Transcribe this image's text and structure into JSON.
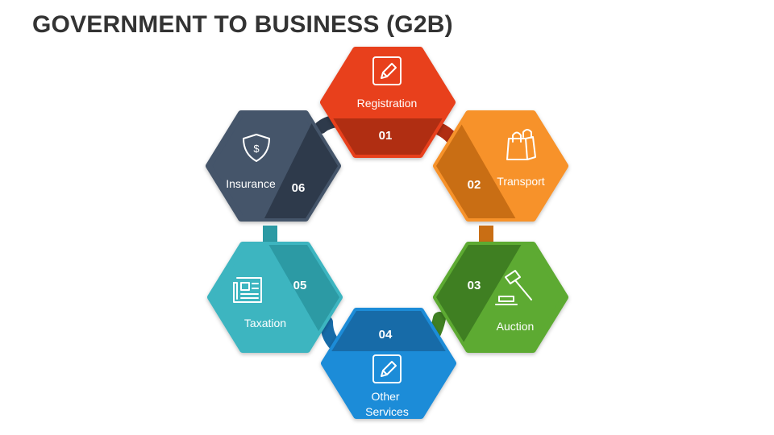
{
  "title": "GOVERNMENT TO BUSINESS (G2B)",
  "colors": {
    "registration": "#E8401C",
    "transport": "#F7922A",
    "auction": "#5DAA32",
    "other_services": "#1F8CD8",
    "taxation": "#3EB5C0",
    "insurance": "#44546A"
  },
  "items": [
    {
      "number": "01",
      "label": "Registration",
      "icon": "pencil-square-icon"
    },
    {
      "number": "02",
      "label": "Transport",
      "icon": "shopping-bags-icon"
    },
    {
      "number": "03",
      "label": "Auction",
      "icon": "gavel-icon"
    },
    {
      "number": "04",
      "label": "Other Services",
      "label_lines": [
        "Other",
        "Services"
      ],
      "icon": "pencil-square-icon"
    },
    {
      "number": "05",
      "label": "Taxation",
      "icon": "newspaper-icon"
    },
    {
      "number": "06",
      "label": "Insurance",
      "icon": "shield-dollar-icon"
    }
  ]
}
